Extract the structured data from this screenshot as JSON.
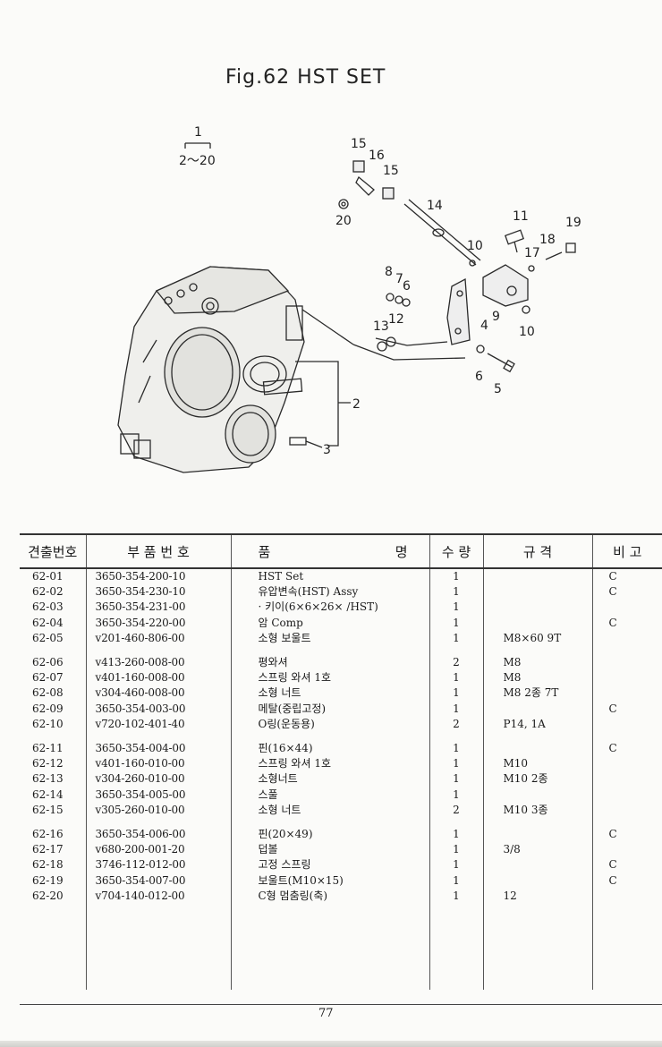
{
  "figure": {
    "title": "Fig.62 HST SET"
  },
  "callouts": {
    "assy_label": "1",
    "assy_range": "2～20",
    "parts": [
      "15",
      "16",
      "15",
      "20",
      "14",
      "11",
      "19",
      "18",
      "17",
      "10",
      "8",
      "7",
      "6",
      "13",
      "12",
      "9",
      "10",
      "4",
      "6",
      "5",
      "2",
      "3"
    ]
  },
  "table": {
    "headers": {
      "no": "견출번호",
      "part_number": "부 품 번 호",
      "name_left": "품",
      "name_right": "명",
      "qty": "수 량",
      "spec": "규 격",
      "remark": "비 고"
    },
    "rows": [
      {
        "no": "62-01",
        "pn": "3650-354-200-10",
        "name": "HST Set",
        "qty": "1",
        "spec": "",
        "remark": "C"
      },
      {
        "no": "62-02",
        "pn": "3650-354-230-10",
        "name": "유압변속(HST) Assy",
        "qty": "1",
        "spec": "",
        "remark": "C"
      },
      {
        "no": "62-03",
        "pn": "3650-354-231-00",
        "name": "· 키이(6×6×26× /HST)",
        "qty": "1",
        "spec": "",
        "remark": ""
      },
      {
        "no": "62-04",
        "pn": "3650-354-220-00",
        "name": "암 Comp",
        "qty": "1",
        "spec": "",
        "remark": "C"
      },
      {
        "no": "62-05",
        "pn": "v201-460-806-00",
        "name": "소형 보울트",
        "qty": "1",
        "spec": "M8×60 9T",
        "remark": ""
      },
      {
        "no": "62-06",
        "pn": "v413-260-008-00",
        "name": "평와셔",
        "qty": "2",
        "spec": "M8",
        "remark": ""
      },
      {
        "no": "62-07",
        "pn": "v401-160-008-00",
        "name": "스프링 와셔 1호",
        "qty": "1",
        "spec": "M8",
        "remark": ""
      },
      {
        "no": "62-08",
        "pn": "v304-460-008-00",
        "name": "소형 너트",
        "qty": "1",
        "spec": "M8 2종 7T",
        "remark": ""
      },
      {
        "no": "62-09",
        "pn": "3650-354-003-00",
        "name": "메탈(중립고정)",
        "qty": "1",
        "spec": "",
        "remark": "C"
      },
      {
        "no": "62-10",
        "pn": "v720-102-401-40",
        "name": "O링(운동용)",
        "qty": "2",
        "spec": "P14, 1A",
        "remark": ""
      },
      {
        "no": "62-11",
        "pn": "3650-354-004-00",
        "name": "핀(16×44)",
        "qty": "1",
        "spec": "",
        "remark": "C"
      },
      {
        "no": "62-12",
        "pn": "v401-160-010-00",
        "name": "스프링 와셔 1호",
        "qty": "1",
        "spec": "M10",
        "remark": ""
      },
      {
        "no": "62-13",
        "pn": "v304-260-010-00",
        "name": "소형너트",
        "qty": "1",
        "spec": "M10 2종",
        "remark": ""
      },
      {
        "no": "62-14",
        "pn": "3650-354-005-00",
        "name": "스풀",
        "qty": "1",
        "spec": "",
        "remark": ""
      },
      {
        "no": "62-15",
        "pn": "v305-260-010-00",
        "name": "소형 너트",
        "qty": "2",
        "spec": "M10 3종",
        "remark": ""
      },
      {
        "no": "62-16",
        "pn": "3650-354-006-00",
        "name": "핀(20×49)",
        "qty": "1",
        "spec": "",
        "remark": "C"
      },
      {
        "no": "62-17",
        "pn": "v680-200-001-20",
        "name": "덥볼",
        "qty": "1",
        "spec": "3/8",
        "remark": ""
      },
      {
        "no": "62-18",
        "pn": "3746-112-012-00",
        "name": "고정 스프링",
        "qty": "1",
        "spec": "",
        "remark": "C"
      },
      {
        "no": "62-19",
        "pn": "3650-354-007-00",
        "name": "보울트(M10×15)",
        "qty": "1",
        "spec": "",
        "remark": "C"
      },
      {
        "no": "62-20",
        "pn": "v704-140-012-00",
        "name": "C형 멈춤링(축)",
        "qty": "1",
        "spec": "12",
        "remark": ""
      }
    ]
  },
  "footer": {
    "page_number": "77"
  }
}
